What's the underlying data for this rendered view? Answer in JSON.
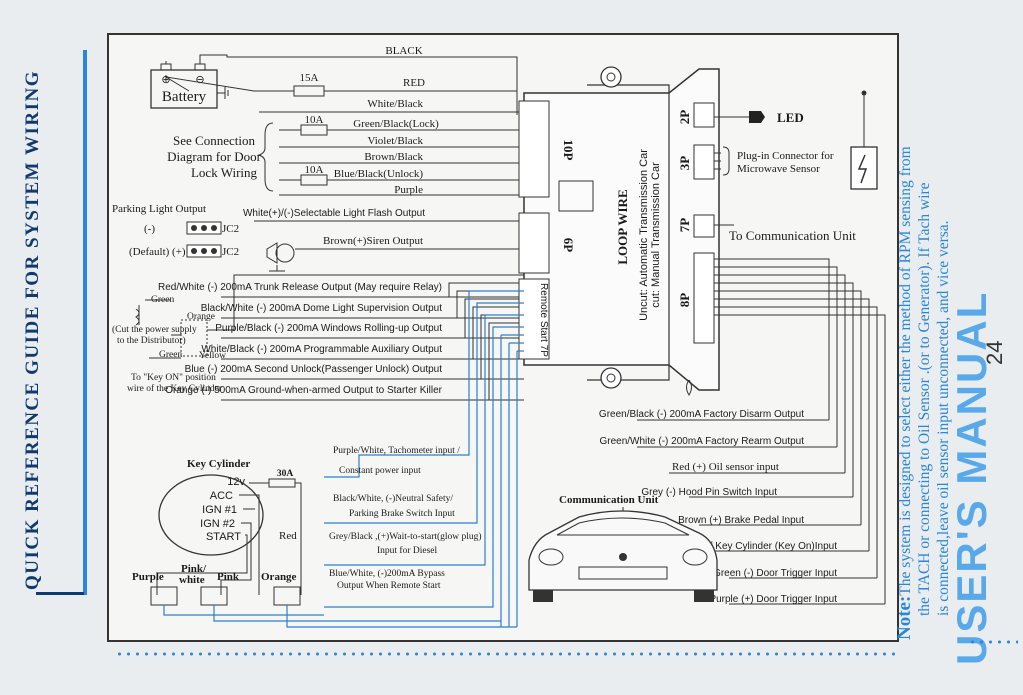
{
  "sidebar": {
    "title": "QUICK REFERENCE GUIDE FOR SYSTEM WIRING"
  },
  "battery": {
    "label": "Battery",
    "plus": "⊕",
    "minus": "⊖"
  },
  "top_wires": {
    "black": "BLACK",
    "fuse_15a": "15A",
    "red": "RED",
    "white_black": "White/Black"
  },
  "lock_wiring": {
    "caption_line1": "See Connection",
    "caption_line2": "Diagram for Door",
    "caption_line3": "Lock Wiring",
    "fuse_lock": "10A",
    "green_black": "Green/Black(Lock)",
    "violet_black": "Violet/Black",
    "brown_black": "Brown/Black",
    "fuse_unlock": "10A",
    "blue_black": "Blue/Black(Unlock)",
    "purple": "Purple"
  },
  "parking": {
    "title": "Parking Light Output",
    "neg": "(-)",
    "pos": "(Default) (+)",
    "jc": "JC2",
    "jc2": "JC2",
    "flash_output": "White(+)/(-)Selectable Light Flash Output"
  },
  "siren": {
    "label": "Brown(+)Siren Output"
  },
  "outputs": [
    "Red/White (-) 200mA Trunk Release Output (May require Relay)",
    "Black/White (-) 200mA Dome Light Supervision Output",
    "Purple/Black (-) 200mA Windows Rolling-up Output",
    "White/Black (-) 200mA Programmable Auxiliary Output",
    "Blue (-) 200mA Second Unlock(Passenger Unlock) Output",
    "Orange (-) 500mA Ground-when-armed Output to Starter Killer"
  ],
  "relay": {
    "green": "Green",
    "orange": "Orange",
    "yellow": "Yellow",
    "cut_line1": "(Cut the power supply",
    "cut_line2": "to the Distributor)",
    "note_line1": "To \"Key ON\" position",
    "note_line2": "wire of the Key Cylinder"
  },
  "module": {
    "name": "LOOP WIRE",
    "uncut": "Uncut: Automatic Transmission Car",
    "cut": "cut: Manual Transmission Car",
    "p10": "10P",
    "p6": "6P",
    "p2": "2P",
    "p3": "3P",
    "p7": "7P",
    "p8": "8P",
    "remote": "Remote Start 7P"
  },
  "led": {
    "label": "LED"
  },
  "microwave": {
    "line1": "Plug-in Connector for",
    "line2": "Microwave Sensor"
  },
  "comm_unit": {
    "label": "To Communication Unit",
    "car_label": "Communication Unit"
  },
  "inputs_right": [
    "Green/Black (-) 200mA Factory Disarm Output",
    "Green/White (-) 200mA Factory Rearm Output",
    "Red (+) Oil sensor input",
    "Grey (-) Hood Pin Switch Input",
    "Brown (+) Brake Pedal Input",
    "Yellow (+) Ignition of Key Cylinder (Key On)Input",
    "Green (-) Door Trigger Input",
    "Purple (+) Door Trigger Input"
  ],
  "remote_wires": [
    {
      "line1": "Purple/White, Tachometer input /",
      "line2": "Constant power input"
    },
    {
      "line1": "Black/White, (-)Neutral Safety/",
      "line2": "Parking Brake Switch Input"
    },
    {
      "line1": "Grey/Black ,(+)Wait-to-start(glow plug)",
      "line2": "Input for Diesel"
    },
    {
      "line1": "Blue/White, (-)200mA Bypass",
      "line2": "Output When Remote Start"
    }
  ],
  "key_cylinder": {
    "title": "Key Cylinder",
    "fuse": "30A",
    "v12": "12v",
    "acc": "ACC",
    "ign1": "IGN #1",
    "ign2": "IGN #2",
    "start": "START",
    "red": "Red",
    "purple": "Purple",
    "pink_white_1": "Pink/",
    "pink_white_2": "white",
    "pink": "Pink",
    "orange": "Orange"
  },
  "note": {
    "label": "Note:",
    "line1": "The system is designed to select either the method of RPM sensing from",
    "line2": "the TACH or connecting to Oil Sensor .(or to Generator). If Tach wire",
    "line3": "is connected,leave oil sensor input unconnected, and vice versa."
  },
  "page_number": "24",
  "manual_title": "USER'S MANUAL",
  "colors": {
    "accent_blue": "#2a86d6",
    "dark_navy": "#103a6e",
    "wire_blue": "#2b7fd0"
  }
}
